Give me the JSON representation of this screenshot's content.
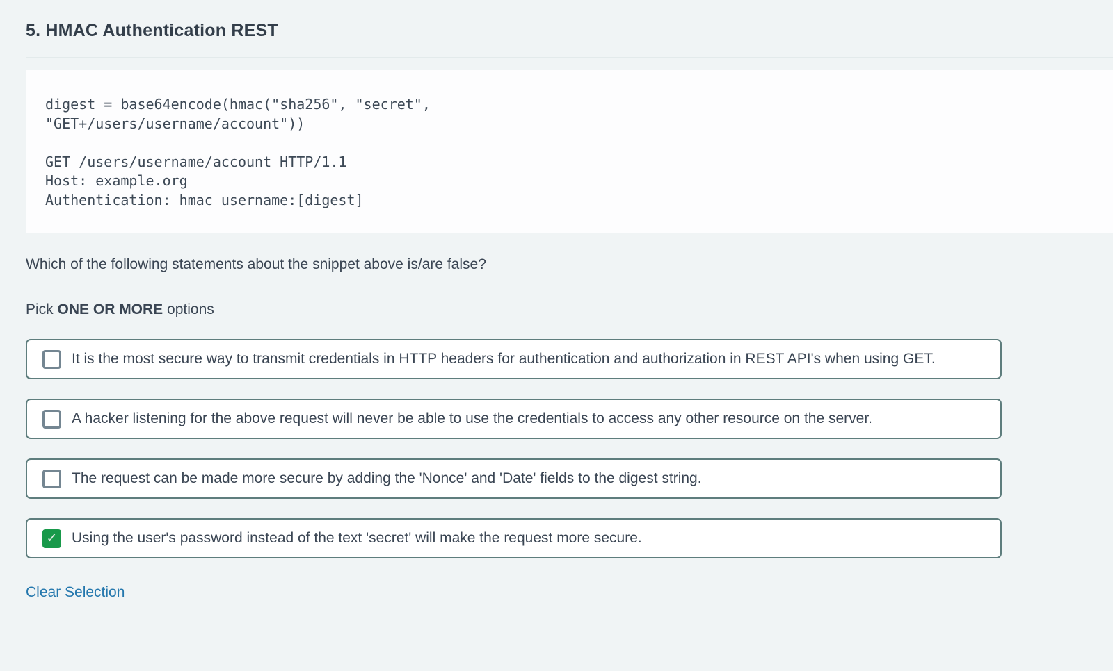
{
  "colors": {
    "page_bg": "#f0f4f5",
    "panel_bg": "#fdfdfe",
    "title_text": "#333e4a",
    "body_text": "#3a4553",
    "code_text": "#3d4956",
    "option_border": "#5e7d7d",
    "checkbox_border": "#748692",
    "checkbox_checked_bg": "#18994a",
    "checkmark": "#e9efe9",
    "link": "#2477ad",
    "divider": "#e3eaeb"
  },
  "icons": {
    "checkmark": "✓"
  },
  "question": {
    "title": "5. HMAC Authentication REST",
    "code": "digest = base64encode(hmac(\"sha256\", \"secret\",\n\"GET+/users/username/account\"))\n\nGET /users/username/account HTTP/1.1\nHost: example.org\nAuthentication: hmac username:[digest]",
    "prompt": "Which of the following statements about the snippet above is/are false?",
    "pick_line": {
      "prefix": "Pick ",
      "emphasis": "ONE OR MORE",
      "suffix": " options"
    },
    "options": [
      {
        "label": "It is the most secure way to transmit credentials in HTTP headers for authentication and authorization in REST API's when using GET.",
        "checked": false
      },
      {
        "label": "A hacker listening for the above request will never be able to use the credentials to access any other resource on the server.",
        "checked": false
      },
      {
        "label": "The request can be made more secure by adding the 'Nonce' and 'Date' fields to the digest string.",
        "checked": false
      },
      {
        "label": "Using the user's password instead of the text 'secret' will make the request more secure.",
        "checked": true
      }
    ],
    "clear_selection": "Clear Selection"
  }
}
